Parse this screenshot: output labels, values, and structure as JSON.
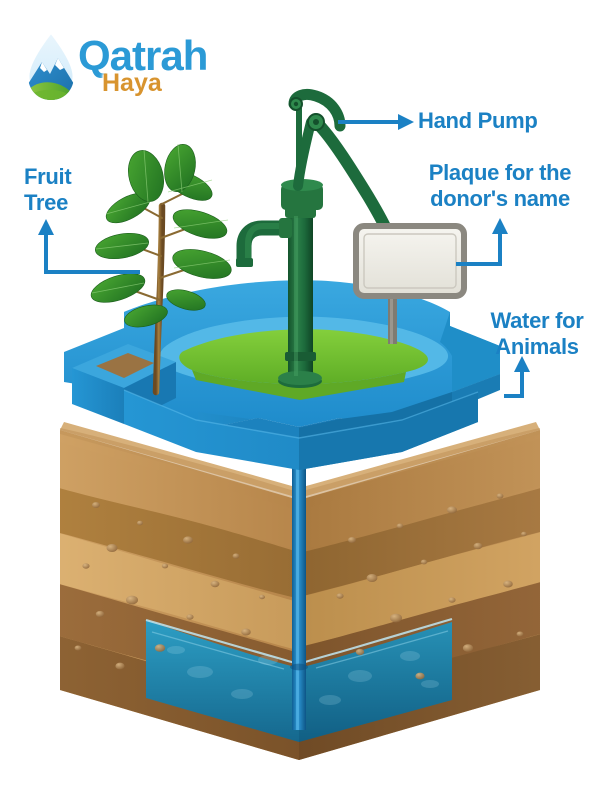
{
  "logo": {
    "name_primary": "Qatrah",
    "name_secondary": "Haya",
    "mark_icon": "water-droplet-mountain-icon",
    "primary_color": "#2b9ad6",
    "secondary_color": "#d8942f"
  },
  "labels": {
    "fruit_tree": {
      "line1": "Fruit",
      "line2": "Tree"
    },
    "hand_pump": {
      "line1": "Hand Pump"
    },
    "plaque": {
      "line1": "Plaque for the",
      "line2": "donor's name"
    },
    "water_for_animals": {
      "line1": "Water for",
      "line2": "Animals"
    },
    "color": "#1b81c4"
  },
  "diagram": {
    "title_icons": {
      "tree": "fruit-tree-icon",
      "pump": "hand-pump-icon",
      "plaque": "donor-plaque-icon",
      "trough": "animal-water-trough-icon",
      "pipe": "well-pipe-icon",
      "aquifer": "groundwater-aquifer-icon"
    },
    "plaque_text": "",
    "colors": {
      "platform_blue": "#1f8fce",
      "platform_blue_dark": "#1273ac",
      "platform_blue_light": "#4fb3e3",
      "ground_green": "#6fbf2f",
      "pump_green": "#1d6b3c",
      "pump_green_dark": "#14502c",
      "pipe_blue": "#1a7fc1",
      "water_blue": "#1b7fa8",
      "plaque_face": "#efeee8",
      "plaque_frame": "#8b8880"
    },
    "soil_layers": [
      {
        "name": "topsoil",
        "color": "#c79a5e"
      },
      {
        "name": "upper-subsoil",
        "color": "#a87a43"
      },
      {
        "name": "sandy-layer",
        "color": "#d4a869"
      },
      {
        "name": "lower-subsoil",
        "color": "#96683a"
      },
      {
        "name": "bedrock-base",
        "color": "#7a5530"
      }
    ]
  }
}
